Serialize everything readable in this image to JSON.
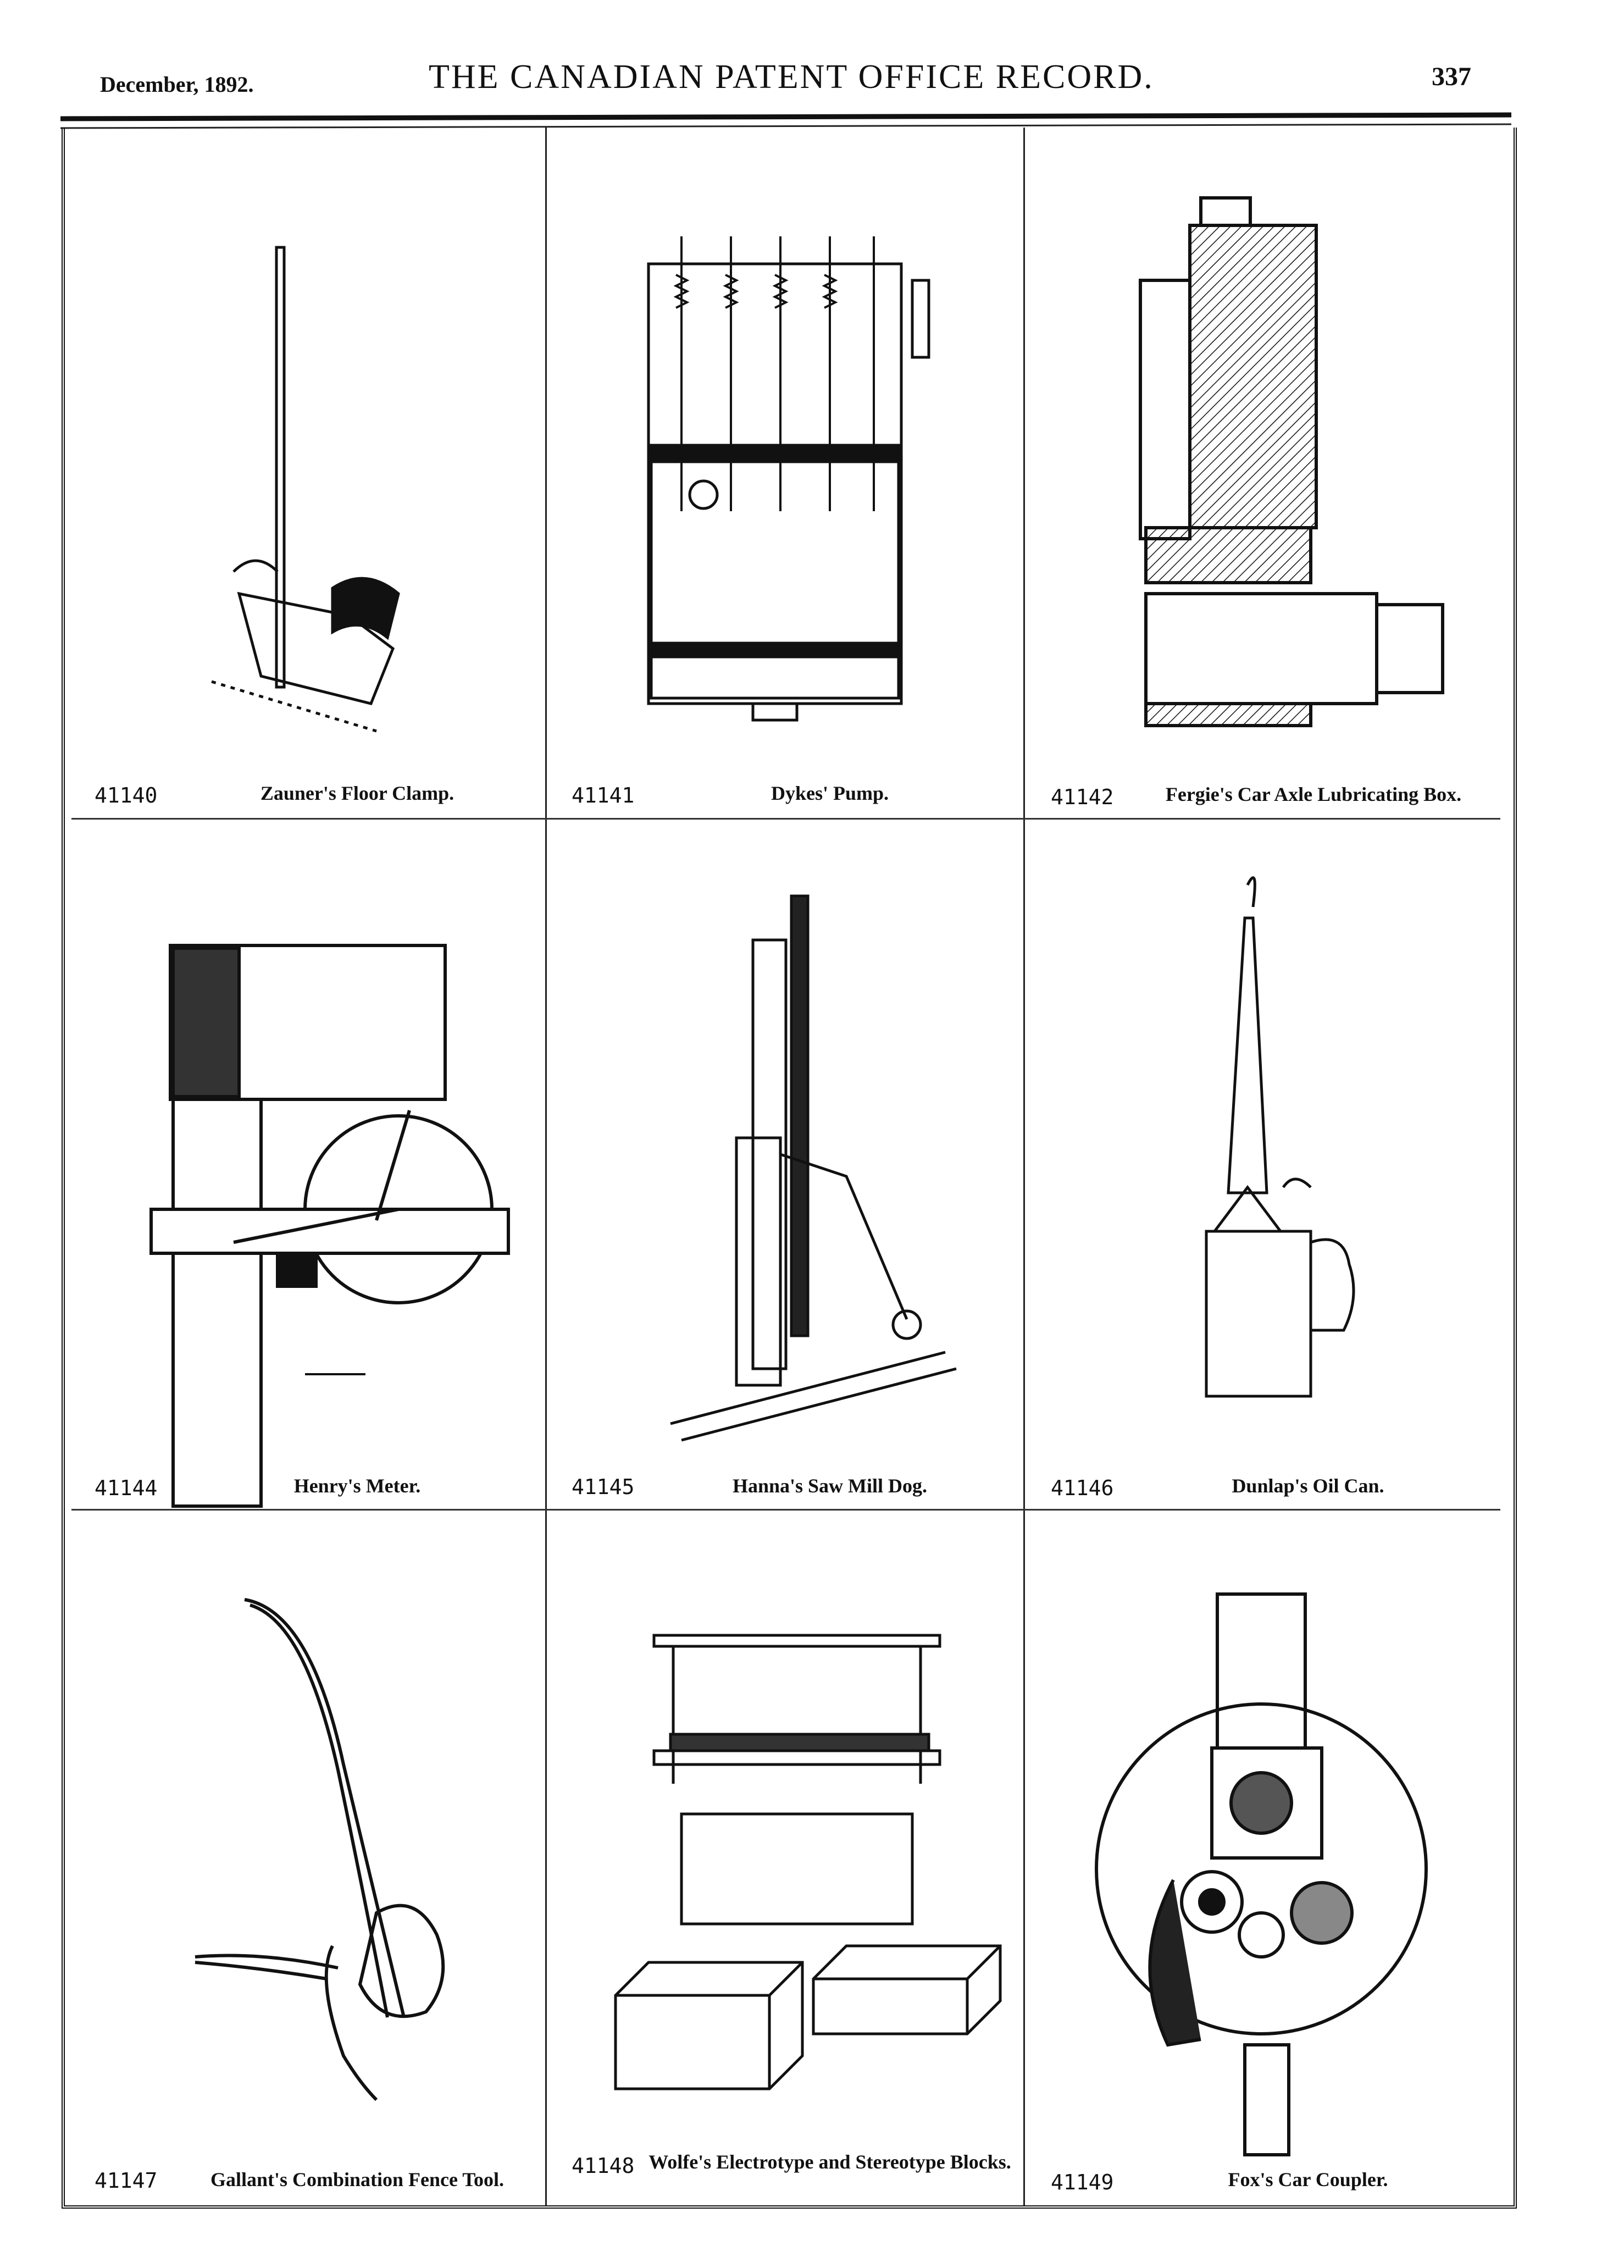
{
  "header": {
    "date": "December, 1892.",
    "title": "THE CANADIAN PATENT OFFICE RECORD.",
    "page_number": "337"
  },
  "patents": [
    {
      "number": "41140",
      "title": "Zauner's Floor Clamp."
    },
    {
      "number": "41141",
      "title": "Dykes' Pump."
    },
    {
      "number": "41142",
      "title": "Fergie's Car Axle Lubricating Box."
    },
    {
      "number": "41144",
      "title": "Henry's Meter."
    },
    {
      "number": "41145",
      "title": "Hanna's Saw Mill Dog."
    },
    {
      "number": "41146",
      "title": "Dunlap's Oil Can."
    },
    {
      "number": "41147",
      "title": "Gallant's Combination Fence Tool."
    },
    {
      "number": "41148",
      "title": "Wolfe's Electrotype and Stereotype Blocks."
    },
    {
      "number": "41149",
      "title": "Fox's Car Coupler."
    }
  ]
}
